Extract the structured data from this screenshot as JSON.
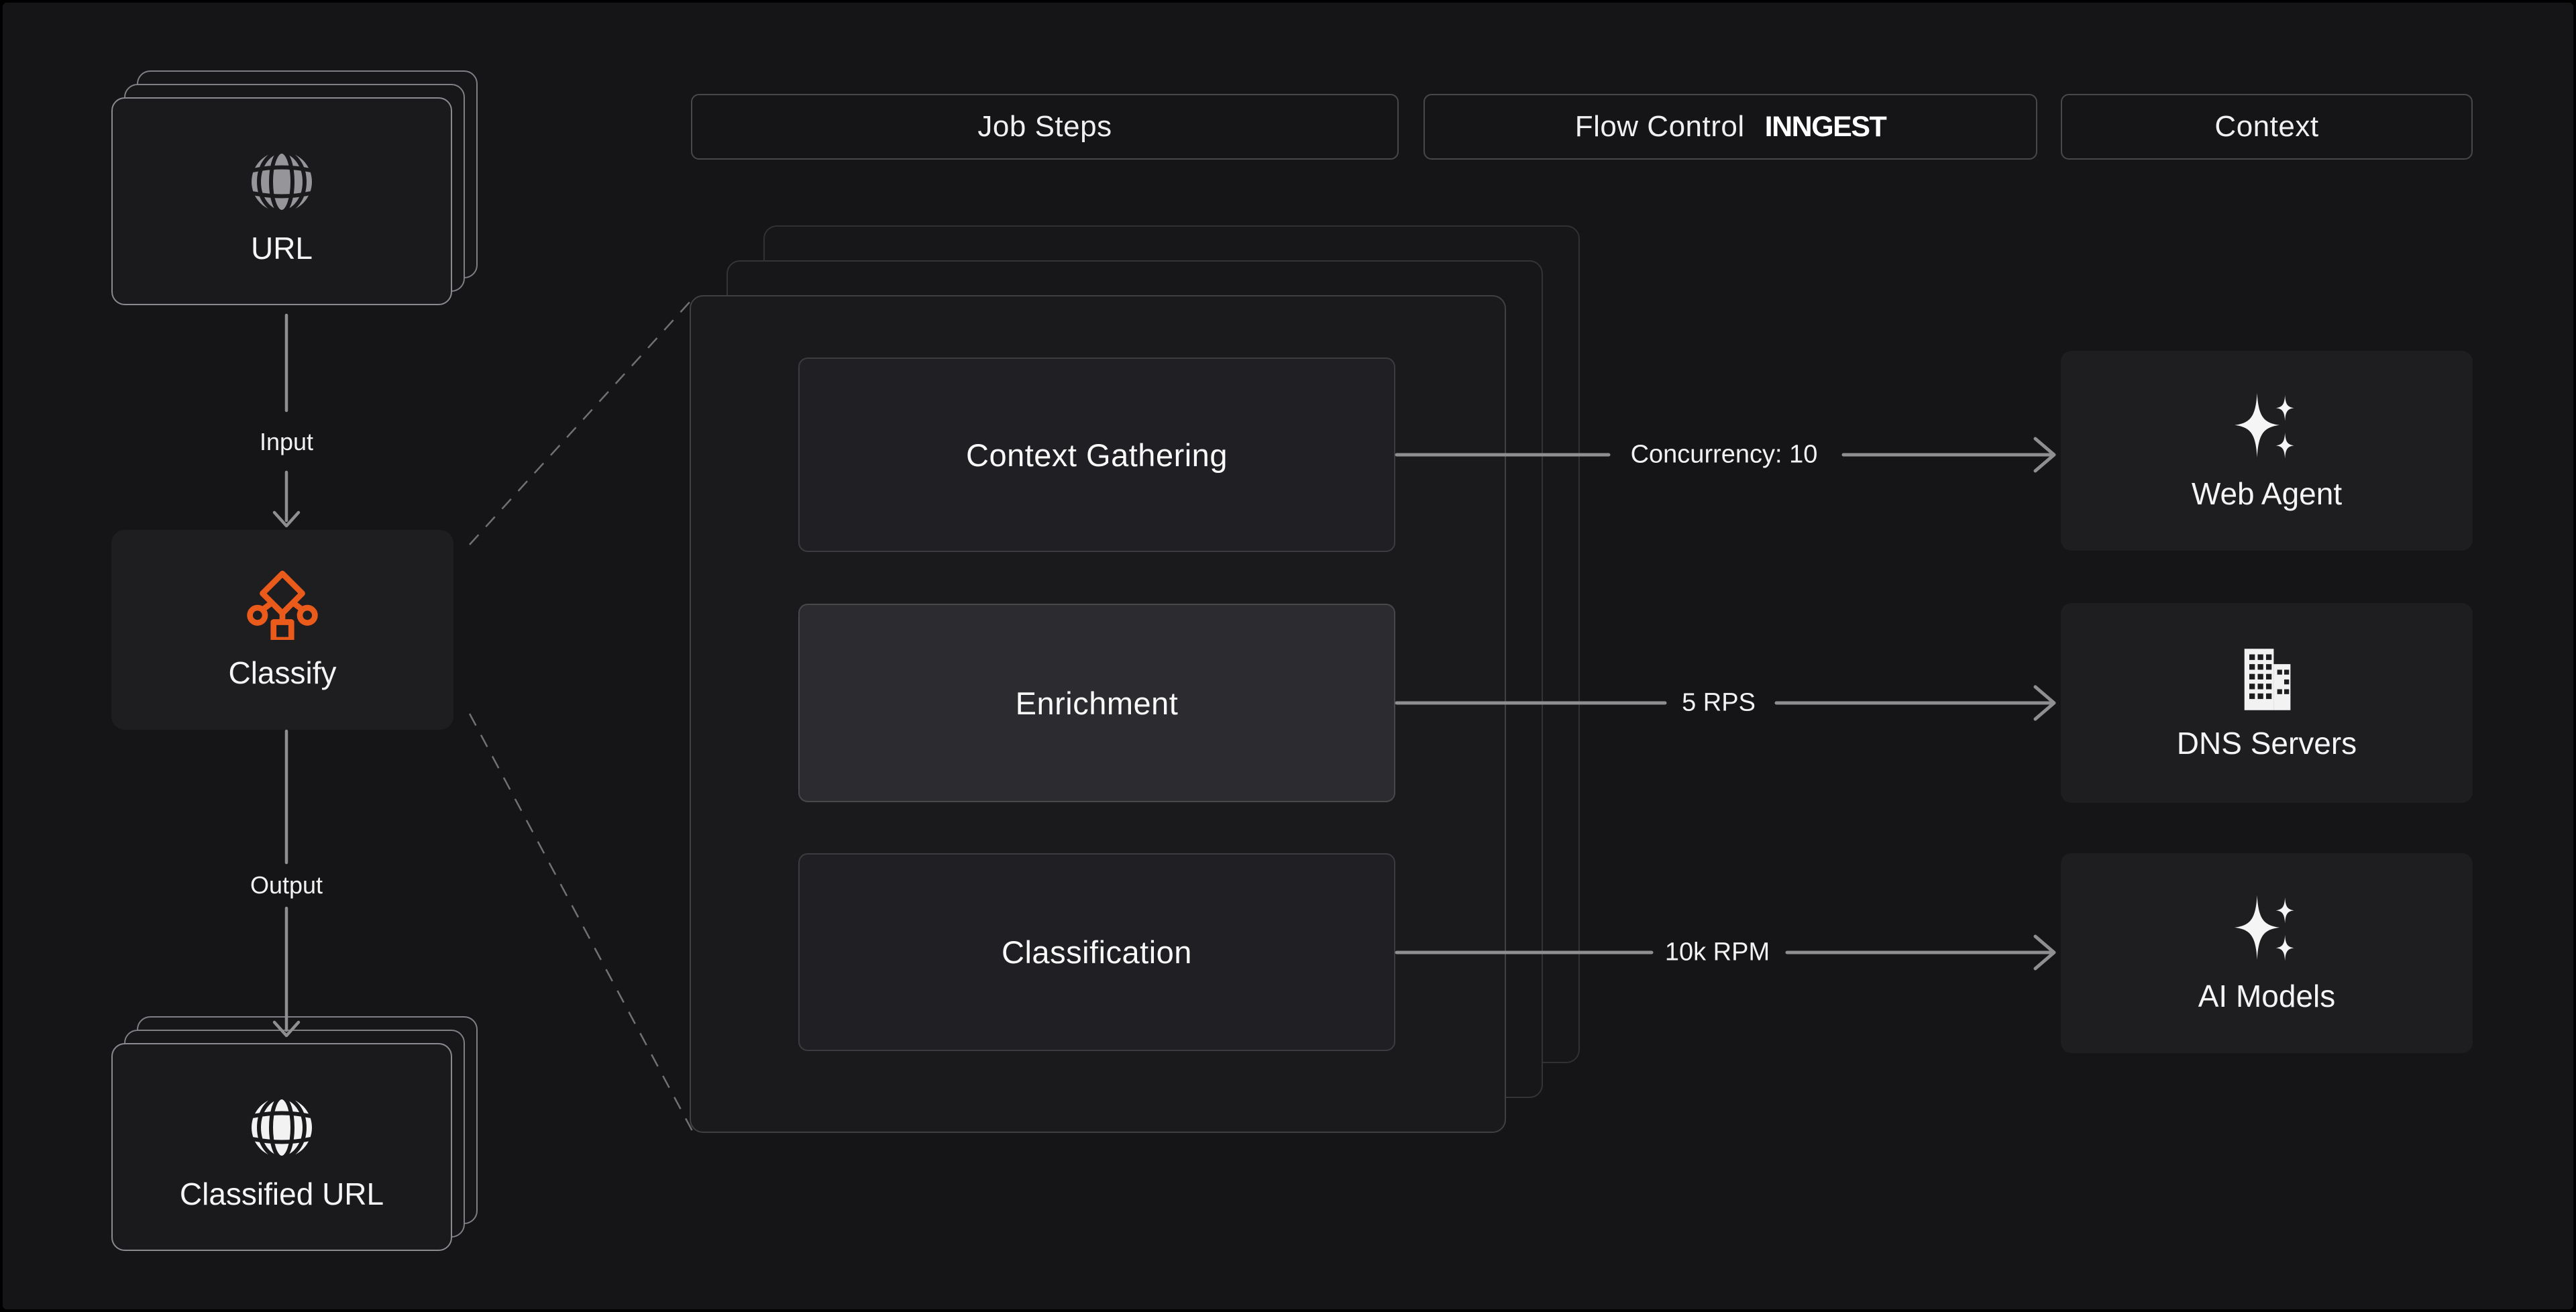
{
  "headers": {
    "job_steps": "Job Steps",
    "flow_control": "Flow Control",
    "flow_control_brand": "INNGEST",
    "context": "Context"
  },
  "pipeline": {
    "source": {
      "label": "URL",
      "icon": "globe-icon"
    },
    "input_edge_label": "Input",
    "processor": {
      "label": "Classify",
      "icon": "branch-icon"
    },
    "output_edge_label": "Output",
    "sink": {
      "label": "Classified URL",
      "icon": "globe-icon"
    }
  },
  "job_card": {
    "steps": [
      {
        "label": "Context Gathering",
        "flow_label": "Concurrency: 10",
        "target": "Web Agent",
        "highlighted": false
      },
      {
        "label": "Enrichment",
        "flow_label": "5 RPS",
        "target": "DNS Servers",
        "highlighted": true
      },
      {
        "label": "Classification",
        "flow_label": "10k RPM",
        "target": "AI Models",
        "highlighted": false
      }
    ]
  },
  "context_nodes": [
    {
      "label": "Web Agent",
      "icon": "sparkles-icon"
    },
    {
      "label": "DNS Servers",
      "icon": "building-icon"
    },
    {
      "label": "AI Models",
      "icon": "sparkles-icon"
    }
  ],
  "colors": {
    "background": "#151517",
    "accent": "#ea5a1b",
    "arrow": "#8f8f92",
    "text": "#f2f2f2"
  }
}
